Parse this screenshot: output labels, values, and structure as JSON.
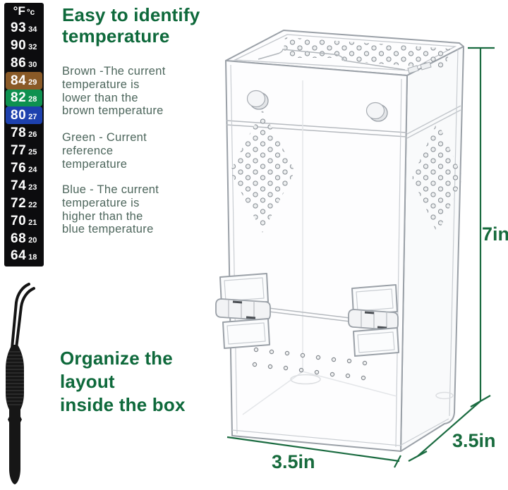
{
  "thermometer": {
    "header_f": "°F",
    "header_c": "°c",
    "rows": [
      {
        "f": "93",
        "c": "34",
        "bg": ""
      },
      {
        "f": "90",
        "c": "32",
        "bg": ""
      },
      {
        "f": "86",
        "c": "30",
        "bg": ""
      },
      {
        "f": "84",
        "c": "29",
        "bg": "#8a5a27"
      },
      {
        "f": "82",
        "c": "28",
        "bg": "#0e9150"
      },
      {
        "f": "80",
        "c": "27",
        "bg": "#1d41ae"
      },
      {
        "f": "78",
        "c": "26",
        "bg": ""
      },
      {
        "f": "77",
        "c": "25",
        "bg": ""
      },
      {
        "f": "76",
        "c": "24",
        "bg": ""
      },
      {
        "f": "74",
        "c": "23",
        "bg": ""
      },
      {
        "f": "72",
        "c": "22",
        "bg": ""
      },
      {
        "f": "70",
        "c": "21",
        "bg": ""
      },
      {
        "f": "68",
        "c": "20",
        "bg": ""
      },
      {
        "f": "64",
        "c": "18",
        "bg": ""
      }
    ]
  },
  "sections": {
    "temperature": {
      "heading": "Easy to identify\ntemperature",
      "brown_note": "Brown -The current\ntemperature is\nlower than the\nbrown temperature",
      "green_note": "Green - Current\nreference\ntemperature",
      "blue_note": "Blue - The current\ntemperature is\nhigher than the\nblue temperature"
    },
    "organize": {
      "heading": "Organize the\nlayout\ninside the box"
    }
  },
  "dimensions": {
    "height": "7in",
    "width": "3.5in",
    "depth": "3.5in"
  },
  "colors": {
    "heading_green": "#0e693b",
    "body_green": "#4d665c",
    "dimension_green": "#176b3d",
    "strip_brown": "#8a5a27",
    "strip_green": "#0e9150",
    "strip_blue": "#1d41ae"
  }
}
